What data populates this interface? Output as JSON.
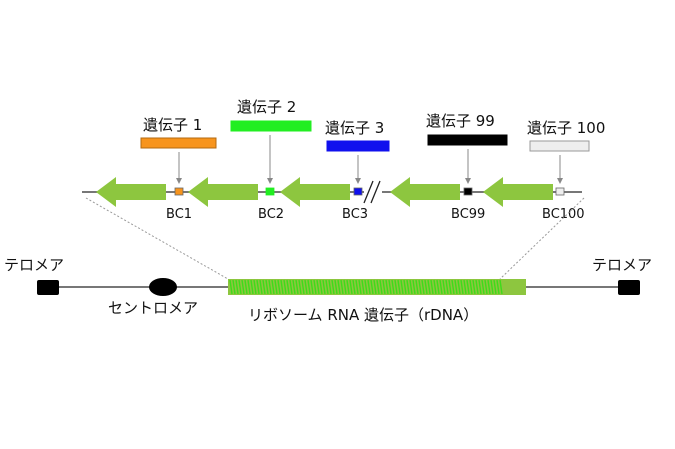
{
  "colors": {
    "arrow_green": "#8dc63f",
    "rdna_green": "#8dc63f",
    "rdna_stripe": "#3ddc1a",
    "chromosome_line": "#777777",
    "telomere": "#000000",
    "centromere": "#000000"
  },
  "genes": [
    {
      "label": "遺伝子 1",
      "barcode": "BC1",
      "color": "#f7941d",
      "border": "#b36a10"
    },
    {
      "label": "遺伝子 2",
      "barcode": "BC2",
      "color": "#22ee22",
      "border": "#22ee22"
    },
    {
      "label": "遺伝子 3",
      "barcode": "BC3",
      "color": "#1010ee",
      "border": "#1010ee"
    },
    {
      "label": "遺伝子 99",
      "barcode": "BC99",
      "color": "#000000",
      "border": "#000000"
    },
    {
      "label": "遺伝子 100",
      "barcode": "BC100",
      "color": "#eeeeee",
      "border": "#999999"
    }
  ],
  "chromosome": {
    "telomere_left_label": "テロメア",
    "telomere_right_label": "テロメア",
    "centromere_label": "セントロメア",
    "rdna_label": "リボソーム RNA 遺伝子（rDNA）"
  },
  "break_symbol": "//"
}
